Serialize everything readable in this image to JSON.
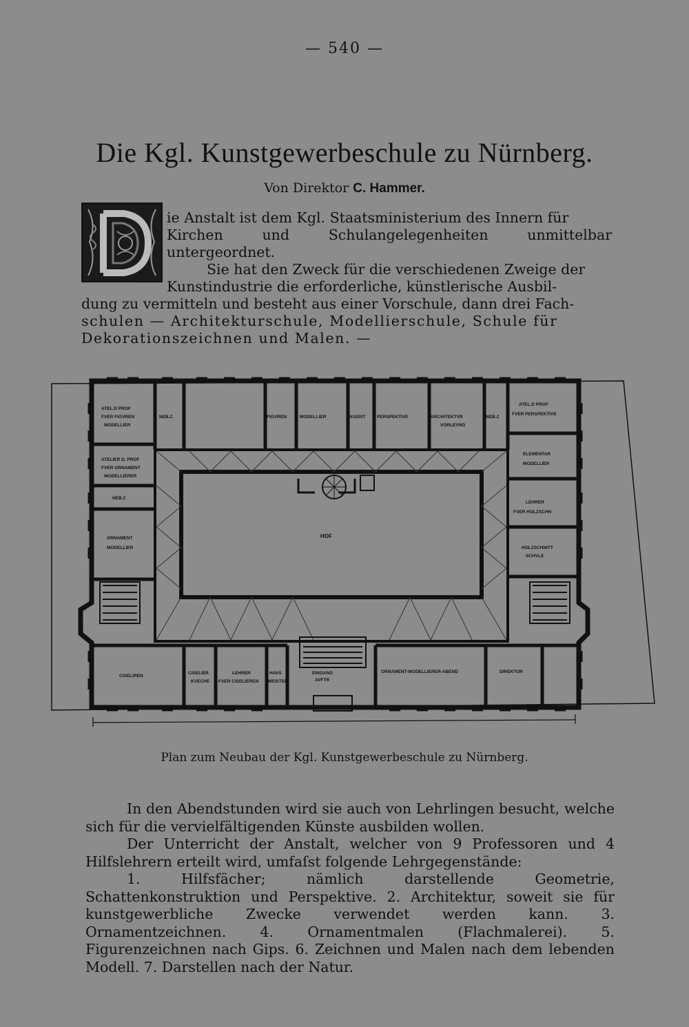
{
  "page_number": "— 540 —",
  "title": "Die Kgl. Kunstgewerbeschule zu Nürnberg.",
  "byline": {
    "prefix": "Von Direktor",
    "author": "C. Hammer."
  },
  "intro": {
    "line1": "ie Anstalt ist dem Kgl. Staatsministerium des Innern für",
    "line2": "Kirchen und Schulangelegenheiten unmittelbar untergeordnet.",
    "line3": "Sie hat den Zweck für die verschiedenen Zweige der",
    "line4": "Kunstindustrie die erforderliche, künstlerische Ausbil-",
    "line5": "dung zu vermitteln und besteht aus einer Vorschule, dann drei Fach-",
    "line6": "schulen — Architekturschule, Modellierschule, Schule für",
    "line7": "Dekorationszeichnen und Malen. —"
  },
  "plan_labels": {
    "atelier_figuren": [
      "ATEL.D PROF",
      "FVER FIGVREN",
      "MODELLIER"
    ],
    "nebenzimmer_1": "NEB.Z",
    "figuren": "FIGVREN",
    "modellier": "MODELLIER",
    "assist": "ASSIST",
    "perspektive": "PERSPEKTIVE",
    "architektur": [
      "ARCHITEKTVR",
      "VORLEVNG"
    ],
    "nebenzimmer_2": "NEB.Z",
    "atelier_perspektive": [
      "ATEL.D PROF",
      "FVER PERSPEKTIVE"
    ],
    "atelier_ornament": [
      "ATELIER D. PROF",
      "FVER ORNAMENT",
      "MODELLIERER"
    ],
    "nebenzimmer_3": "NEB.Z",
    "ornament_modellier": [
      "ORNAMENT",
      "MODELLIER"
    ],
    "elementar": [
      "ELEMENTAR",
      "MODELLIER"
    ],
    "lehrer_holz": [
      "LEHRER",
      "FVER HOLZSCHN"
    ],
    "holzschnitt": [
      "HOLZSCHNITT",
      "SCHVLE"
    ],
    "hof": "HOF",
    "ciseliren": "CISELIREN",
    "ciselier_kuche": [
      "CISELIER",
      "KVECHE"
    ],
    "lehrer_ciselieren": [
      "LEHRER",
      "FVER CISELIEREN"
    ],
    "hausmeister": [
      "HAVS",
      "MEISTER"
    ],
    "eingang": [
      "EINGANG",
      "AVFTR"
    ],
    "ornament_abend": "ORNAMENT-MODELLIERER-ABEND",
    "direktor": "DIREKTOR"
  },
  "caption": "Plan zum Neubau der Kgl. Kunstgewerbeschule zu Nürnberg.",
  "body": {
    "p1": "In den Abendstunden wird sie auch von Lehrlingen besucht, welche sich für die vervielfältigenden Künste ausbilden wollen.",
    "p2": "Der Unterricht der Anstalt, welcher von 9 Professoren und 4 Hilfslehrern erteilt wird, umfaſst folgende Lehrgegenstände:",
    "p3": "1. Hilfsfächer; nämlich darstellende Geometrie, Schattenkonstruktion und Perspektive. 2. Architektur, soweit sie für kunstgewerbliche Zwecke verwendet werden kann. 3. Ornamentzeichnen. 4. Ornamentmalen (Flachmalerei). 5. Figurenzeichnen nach Gips. 6. Zeichnen und Malen nach dem lebenden Modell. 7. Darstellen nach der Natur."
  }
}
